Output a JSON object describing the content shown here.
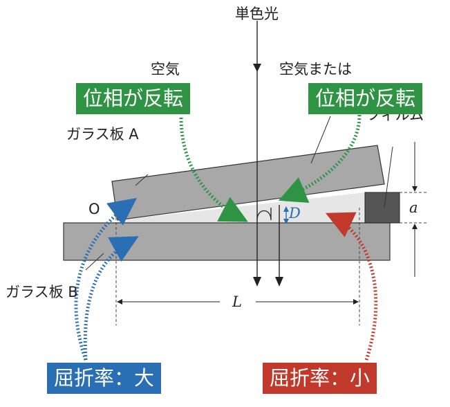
{
  "labels": {
    "light": "単色光",
    "air_left": "空気",
    "air_right": "空気または",
    "film": "フィルム",
    "plate_a": "ガラス板 A",
    "plate_b": "ガラス板 B",
    "origin": "O",
    "gap_d": "D",
    "height_a": "a",
    "length_l": "L"
  },
  "badges": {
    "phase_left": "位相が反転",
    "phase_right": "位相が反転",
    "index_high": "屈折率：大",
    "index_low": "屈折率：小"
  },
  "colors": {
    "green": "#2e9444",
    "blue": "#2a6fb4",
    "red": "#c0392b",
    "glass": "#a8a8a8",
    "film": "#555555",
    "wedge": "#e6e6e6"
  }
}
